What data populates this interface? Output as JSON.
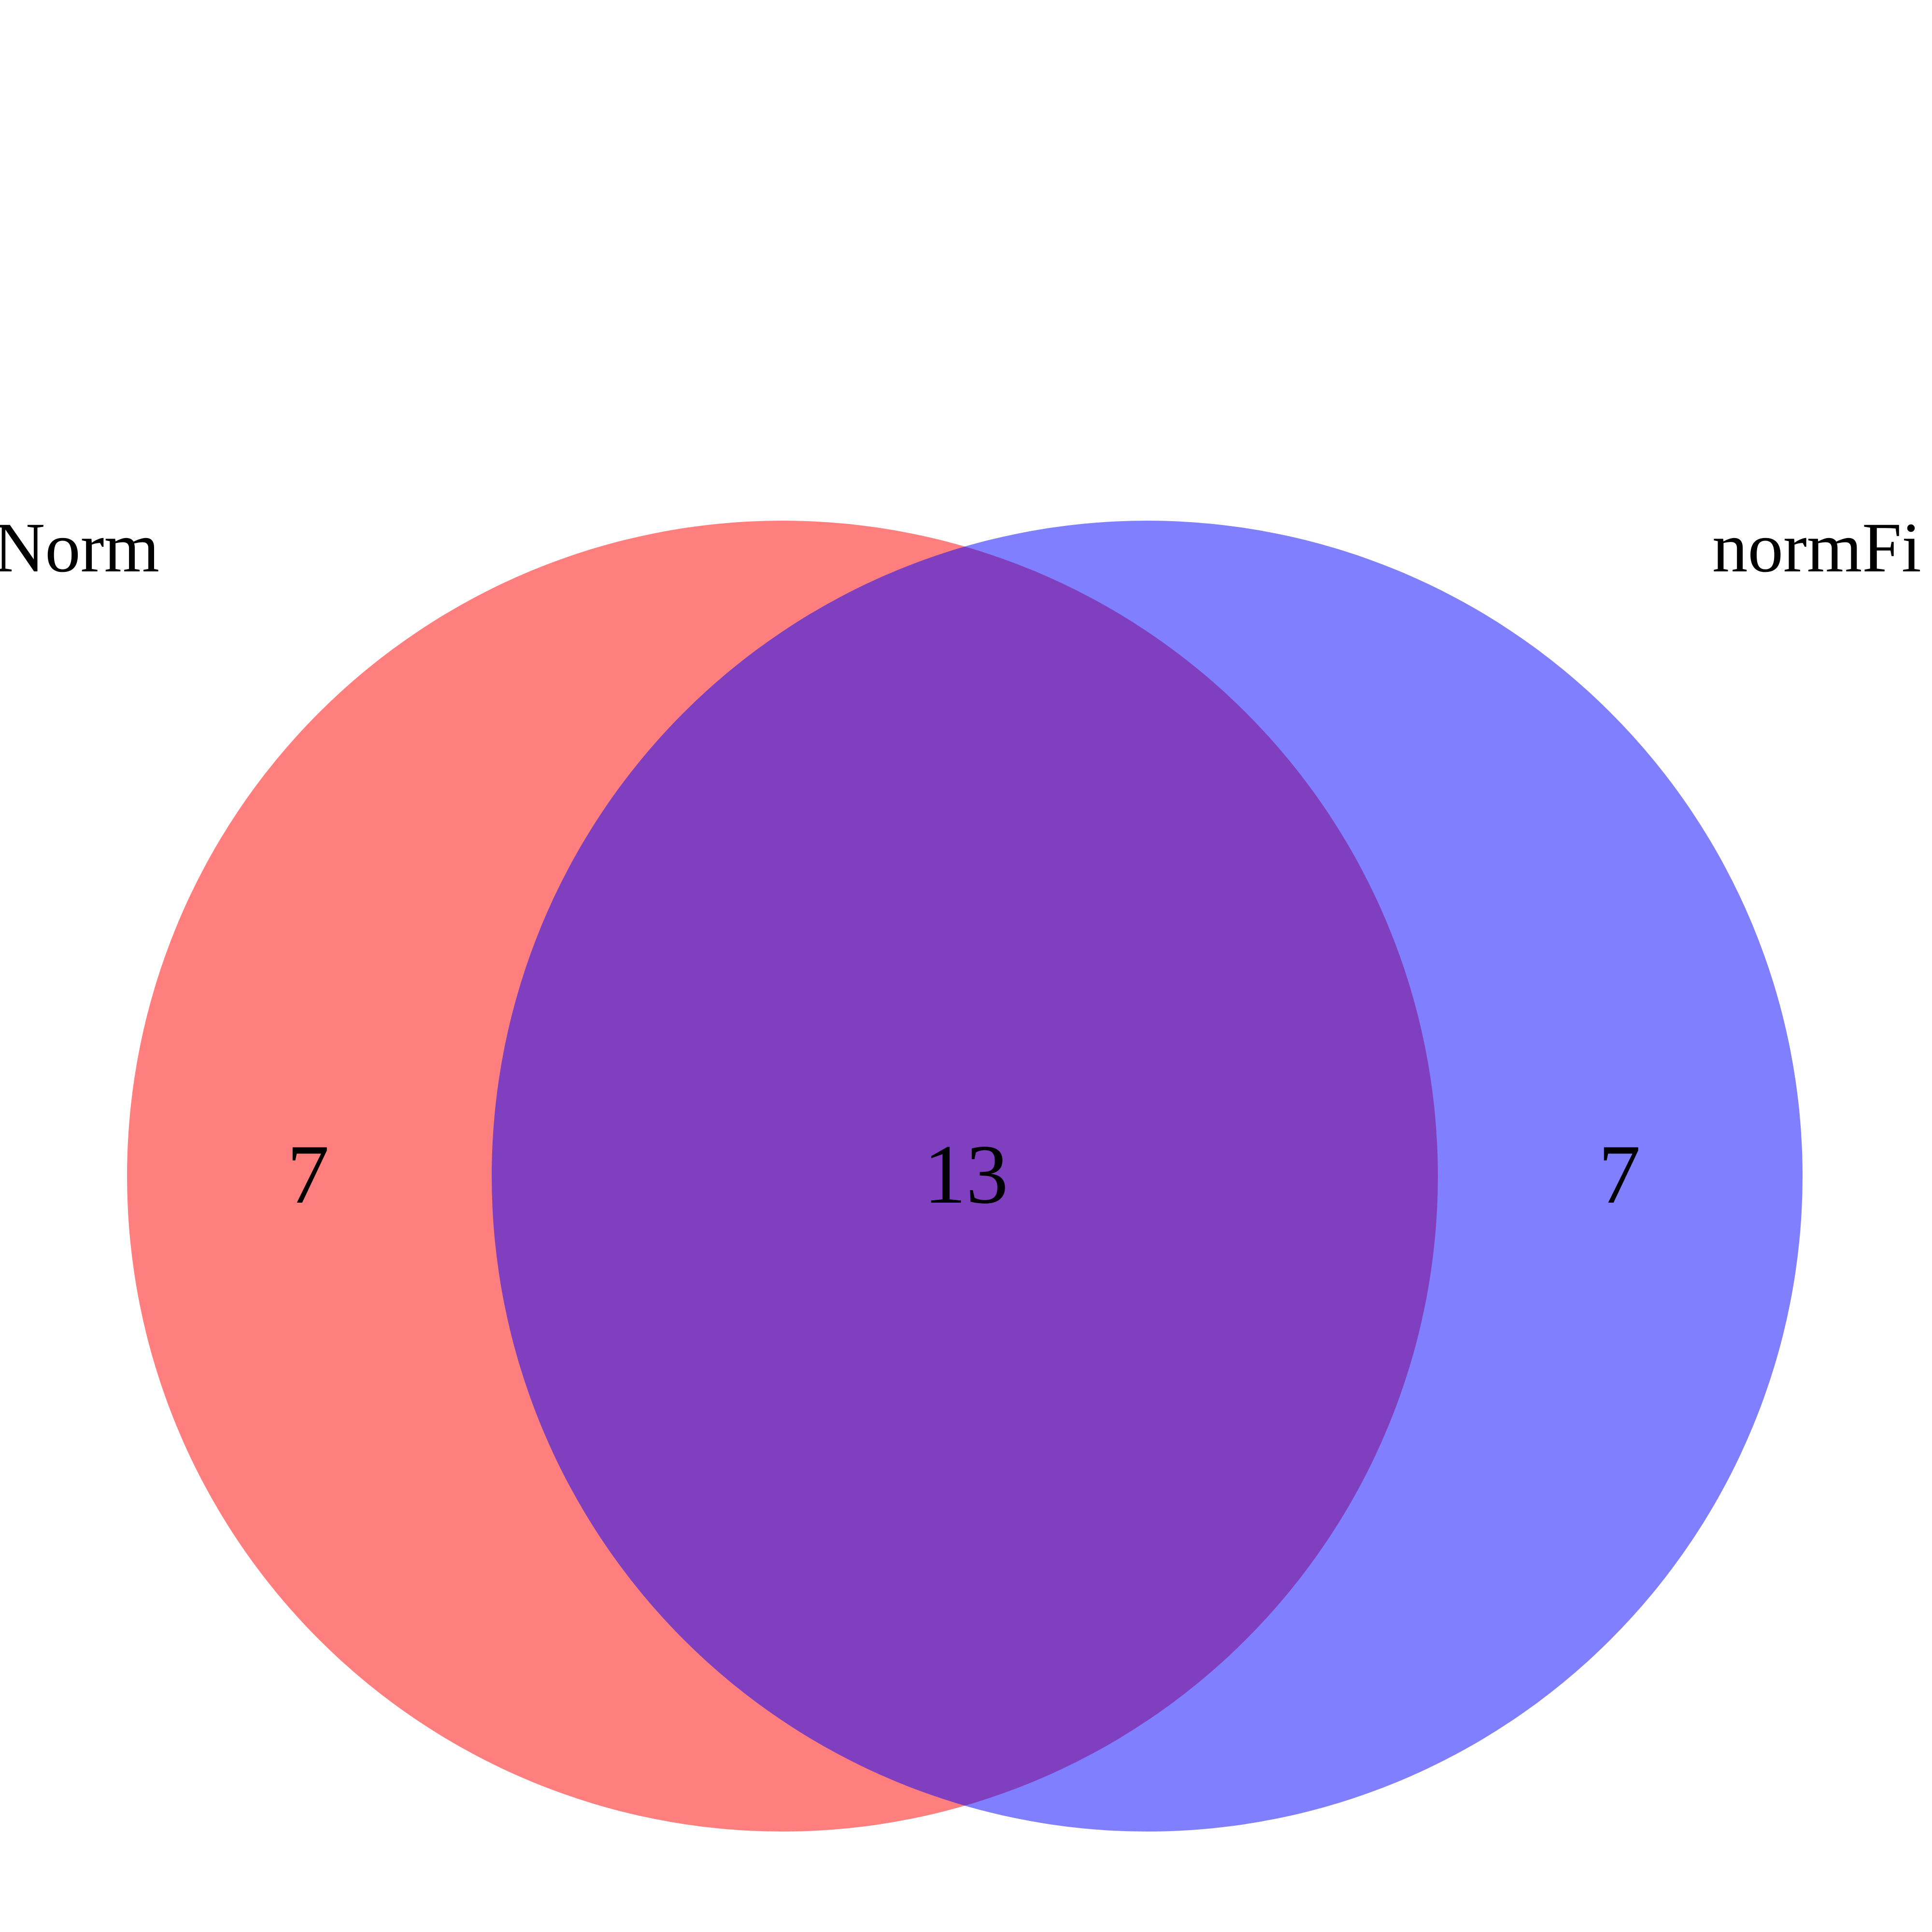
{
  "diagram": {
    "type": "venn",
    "sets": [
      {
        "label": "Norm",
        "color": "#ff0000",
        "opacity": 0.5
      },
      {
        "label": "normFi",
        "color": "#0000ff",
        "opacity": 0.5
      }
    ],
    "counts": {
      "left_only": "7",
      "intersection": "13",
      "right_only": "7"
    }
  }
}
